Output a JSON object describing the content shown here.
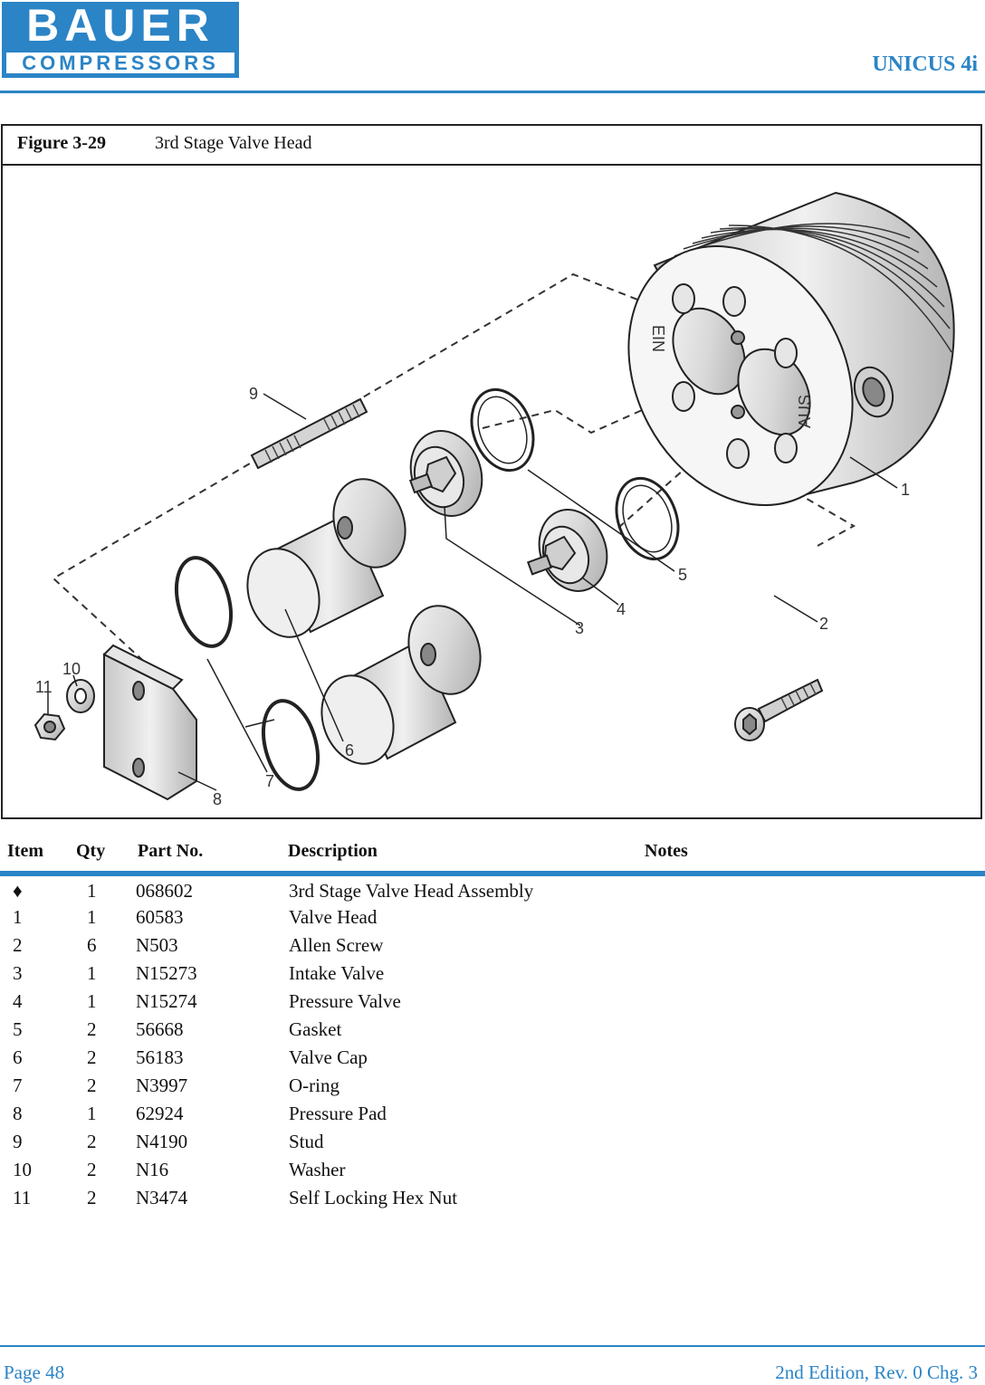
{
  "header": {
    "logo_line1": "BAUER",
    "logo_line2": "COMPRESSORS",
    "product": "UNICUS 4i"
  },
  "figure": {
    "label": "Figure 3-29",
    "caption": "3rd Stage Valve Head",
    "callouts": [
      "1",
      "2",
      "3",
      "4",
      "5",
      "6",
      "7",
      "8",
      "9",
      "10",
      "11"
    ],
    "part_markings": [
      "EIN",
      "AUS"
    ]
  },
  "table": {
    "headers": [
      "Item",
      "Qty",
      "Part No.",
      "Description",
      "Notes"
    ],
    "rows": [
      {
        "item": "♦",
        "qty": "1",
        "part": "068602",
        "desc": "3rd Stage Valve Head Assembly",
        "notes": ""
      },
      {
        "item": "1",
        "qty": "1",
        "part": "60583",
        "desc": "Valve Head",
        "notes": ""
      },
      {
        "item": "2",
        "qty": "6",
        "part": "N503",
        "desc": "Allen Screw",
        "notes": ""
      },
      {
        "item": "3",
        "qty": "1",
        "part": "N15273",
        "desc": "Intake Valve",
        "notes": ""
      },
      {
        "item": "4",
        "qty": "1",
        "part": "N15274",
        "desc": "Pressure Valve",
        "notes": ""
      },
      {
        "item": "5",
        "qty": "2",
        "part": "56668",
        "desc": "Gasket",
        "notes": ""
      },
      {
        "item": "6",
        "qty": "2",
        "part": "56183",
        "desc": "Valve Cap",
        "notes": ""
      },
      {
        "item": "7",
        "qty": "2",
        "part": "N3997",
        "desc": "O-ring",
        "notes": ""
      },
      {
        "item": "8",
        "qty": "1",
        "part": "62924",
        "desc": "Pressure Pad",
        "notes": ""
      },
      {
        "item": "9",
        "qty": "2",
        "part": "N4190",
        "desc": "Stud",
        "notes": ""
      },
      {
        "item": "10",
        "qty": "2",
        "part": "N16",
        "desc": "Washer",
        "notes": ""
      },
      {
        "item": "11",
        "qty": "2",
        "part": "N3474",
        "desc": "Self Locking Hex Nut",
        "notes": ""
      }
    ]
  },
  "footer": {
    "page": "Page 48",
    "edition": "2nd Edition, Rev. 0 Chg. 3"
  },
  "colors": {
    "brand_blue": "#2b84c6",
    "line": "#222222"
  }
}
